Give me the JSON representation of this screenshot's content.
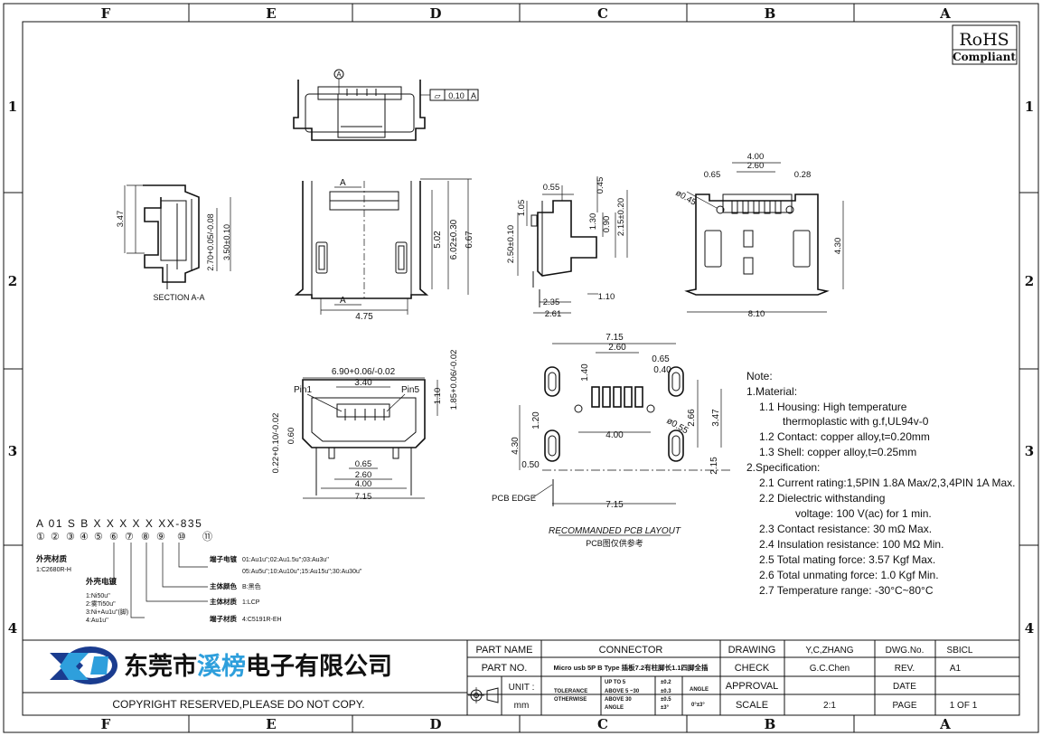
{
  "border": {
    "columns": [
      "F",
      "E",
      "D",
      "C",
      "B",
      "A"
    ],
    "rows": [
      "1",
      "2",
      "3",
      "4"
    ]
  },
  "rohs": {
    "title": "RoHS",
    "subtitle": "Compliant"
  },
  "views": {
    "top": {
      "datum": "A",
      "flatness_sym": "▱",
      "flatness_val": "0.10",
      "flatness_ref": "A"
    },
    "section": {
      "label": "SECTION A-A",
      "d1": "3.47",
      "d2": "2.70+0.05/-0.08",
      "d3": "3.50±0.10"
    },
    "front": {
      "a_top": "A",
      "a_bot": "A",
      "d_height1": "5.02",
      "d_height2": "6.02±0.30",
      "d_height3": "6.67",
      "d_width": "4.75"
    },
    "side": {
      "d1": "0.55",
      "d2": "0.45",
      "d3": "1.05",
      "d4": "1.30",
      "d5": "0.90",
      "d6": "2.15±0.20",
      "d7": "2.50±0.10",
      "d8": "2.35",
      "d9": "1.10",
      "d10": "2.61"
    },
    "rear": {
      "d1": "4.00",
      "d2": "2.60",
      "d3": "0.65",
      "d4": "0.28",
      "d5": "ø0.45",
      "d6": "4.30",
      "d7": "8.10"
    },
    "mating": {
      "pin1": "Pin1",
      "pin5": "Pin5",
      "w1": "6.90+0.06/-0.02",
      "w2": "3.40",
      "h1": "1.10",
      "h2": "1.85+0.06/-0.02",
      "v1": "0.22+0.10/-0.02",
      "v2": "0.60",
      "p1": "0.65",
      "p2": "2.60",
      "p3": "4.00",
      "p4": "7.15"
    },
    "pcb": {
      "d_top": "7.15",
      "d_mid": "2.60",
      "d_65": "0.65",
      "d_40": "0.40",
      "d_140": "1.40",
      "d_120": "1.20",
      "d_400": "4.00",
      "d_055": "ø0.55",
      "d_266": "2.66",
      "d_347": "3.47",
      "d_430": "4.30",
      "d_050": "0.50",
      "d_215": "2.15",
      "d_bot": "7.15",
      "edge_label": "PCB EDGE",
      "title": "RECOMMANDED PCB LAYOUT",
      "subtitle": "PCB图仅供参考"
    }
  },
  "notes": {
    "heading": "Note:",
    "lines": [
      "1.Material:",
      "1.1  Housing: High temperature",
      "thermoplastic with g.f,UL94v-0",
      "1.2  Contact: copper alloy,t=0.20mm",
      "1.3  Shell: copper alloy,t=0.25mm",
      "2.Specification:",
      "2.1  Current rating:1,5PIN 1.8A Max/2,3,4PIN 1A Max.",
      "2.2  Dielectric withstanding",
      "voltage: 100 V(ac) for 1 min.",
      "2.3  Contact resistance: 30 mΩ Max.",
      "2.4  Insulation resistance: 100 MΩ Min.",
      "2.5  Total mating force: 3.57 Kgf Max.",
      "2.6  Total unmating force: 1.0 Kgf Min.",
      "2.7  Temperature range: -30°C~80°C"
    ]
  },
  "part_code": {
    "code": "A 01  S B X X X X X XX-835",
    "circles": [
      "①",
      "②",
      "③",
      "④",
      "⑤",
      "⑥",
      "⑦",
      "⑧",
      "⑨",
      "⑩",
      "⑪"
    ],
    "shell_material_label": "外壳材质",
    "shell_material_value": "1:C2680R-H",
    "shell_plating_label": "外壳电镀",
    "shell_plating_values": [
      "1:Ni50u''",
      "2:雾Ti50u''",
      "3:Ni+Au1u''(脚)",
      "4:Au1u''"
    ],
    "terminal_plating_label": "端子电镀",
    "terminal_plating_row1": "01:Au1u'';02:Au1.5u'';03:Au3u''",
    "terminal_plating_row2": "05:Au5u'';10:Au10u'';15:Au15u'';30:Au30u''",
    "body_color_label": "主体颜色",
    "body_color_value": "B:黑色",
    "body_material_label": "主体材质",
    "body_material_value": "1:LCP",
    "terminal_material_label": "端子材质",
    "terminal_material_value": "4:C5191R-EH"
  },
  "title_block": {
    "company": "东莞市溪榜电子有限公司",
    "company_accent": "溪榜",
    "copyright": "COPYRIGHT  RESERVED,PLEASE  DO  NOT  COPY.",
    "part_name_label": "PART  NAME",
    "part_name_value": "CONNECTOR",
    "part_no_label": "PART  NO.",
    "part_no_value": "Micro usb 5P B Type 插板7.2有柱脚长1.1四脚全插",
    "unit_label": "UNIT :",
    "unit_value": "mm",
    "tolerance_label": "TOLERANCE",
    "otherwise_label": "OTHERWISE",
    "tol_rows": [
      "UP TO 5",
      "ABOVE  5 ~30",
      "ABOVE  30"
    ],
    "tol_vals": [
      "±0.2",
      "±0.3",
      "±0.5"
    ],
    "angle_label": "ANGLE",
    "angle_val": "±3°",
    "angle_col": "ANGLE",
    "angle_col_val": "0°±3°",
    "drawing_label": "DRAWING",
    "drawing_value": "Y,C,ZHANG",
    "check_label": "CHECK",
    "check_value": "G.C.Chen",
    "approval_label": "APPROVAL",
    "scale_label": "SCALE",
    "scale_value": "2:1",
    "dwg_label": "DWG.No.",
    "dwg_value": "SBICL",
    "rev_label": "REV.",
    "rev_value": "A1",
    "date_label": "DATE",
    "date_value": "",
    "page_label": "PAGE",
    "page_value": "1  OF  1"
  }
}
